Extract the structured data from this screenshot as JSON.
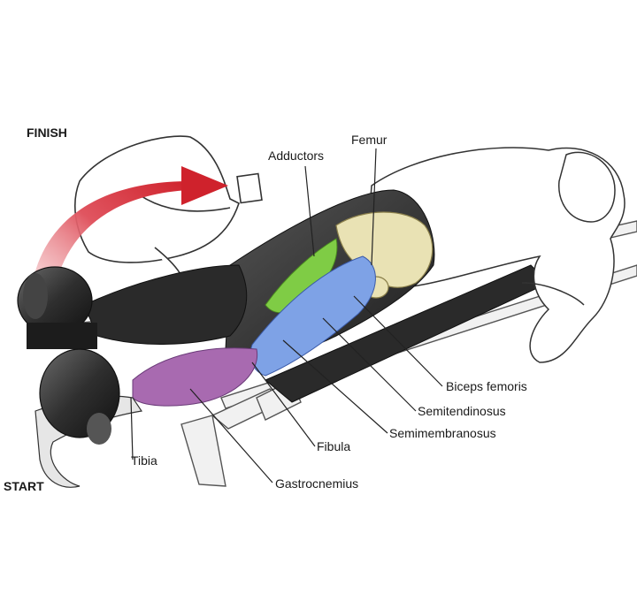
{
  "phases": {
    "finish": "FINISH",
    "start": "START"
  },
  "labels": {
    "femur": "Femur",
    "adductors": "Adductors",
    "biceps_femoris": "Biceps femoris",
    "semitendinosus": "Semitendinosus",
    "semimembranosus": "Semimembranosus",
    "fibula": "Fibula",
    "tibia": "Tibia",
    "gastrocnemius": "Gastrocnemius"
  },
  "colors": {
    "arrow": "#d9333a",
    "bone": "#e9e2b4",
    "adductor_green": "#7fcc45",
    "hamstring_blue": "#7ea2e6",
    "calf_purple": "#a86ab0",
    "body_gray": "#2e2e2e",
    "pad": "#333333"
  }
}
